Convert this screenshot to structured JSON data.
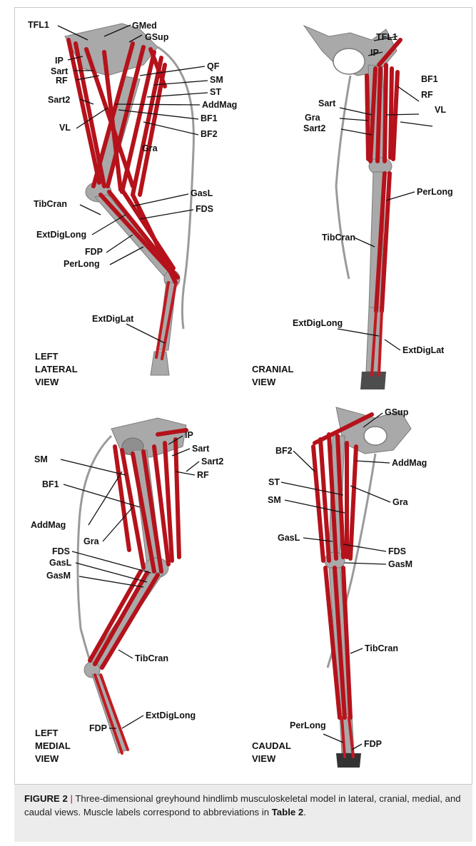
{
  "colors": {
    "muscle": "#b5121b",
    "bone": "#a9a9a9",
    "text": "#111111",
    "caption_bg": "#ececec"
  },
  "panels": [
    {
      "id": "lateral",
      "view_label": [
        "LEFT",
        "LATERAL",
        "VIEW"
      ],
      "labels": [
        "TFL1",
        "GMed",
        "GSup",
        "IP",
        "QF",
        "Sart",
        "RF",
        "SM",
        "ST",
        "AddMag",
        "Sart2",
        "VL",
        "BF1",
        "BF2",
        "Gra",
        "GasL",
        "TibCran",
        "FDS",
        "ExtDigLong",
        "FDP",
        "PerLong",
        "ExtDigLat"
      ]
    },
    {
      "id": "cranial",
      "view_label": [
        "CRANIAL",
        "VIEW"
      ],
      "labels": [
        "TFL1",
        "IP",
        "BF1",
        "RF",
        "Sart",
        "Gra",
        "VL",
        "Sart2",
        "PerLong",
        "TibCran",
        "ExtDigLong",
        "ExtDigLat"
      ]
    },
    {
      "id": "medial",
      "view_label": [
        "LEFT",
        "MEDIAL",
        "VIEW"
      ],
      "labels": [
        "IP",
        "Sart",
        "Sart2",
        "SM",
        "RF",
        "BF1",
        "AddMag",
        "Gra",
        "FDS",
        "GasL",
        "GasM",
        "TibCran",
        "ExtDigLong",
        "FDP"
      ]
    },
    {
      "id": "caudal",
      "view_label": [
        "CAUDAL",
        "VIEW"
      ],
      "labels": [
        "GSup",
        "BF2",
        "AddMag",
        "ST",
        "SM",
        "Gra",
        "GasL",
        "FDS",
        "GasM",
        "TibCran",
        "PerLong",
        "FDP"
      ]
    }
  ],
  "caption": {
    "figure_label": "FIGURE 2",
    "separator": "|",
    "text": "Three-dimensional greyhound hindlimb musculoskeletal model in lateral, cranial, medial, and caudal views. Muscle labels correspond to abbreviations in",
    "table_ref": "Table 2",
    "end": "."
  }
}
